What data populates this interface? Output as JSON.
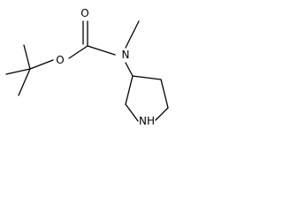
{
  "molecule": {
    "atoms": {
      "carbonyl_oxygen": "O",
      "ester_oxygen": "O",
      "carbamate_nitrogen": "N",
      "ring_nitrogen": "NH"
    }
  }
}
